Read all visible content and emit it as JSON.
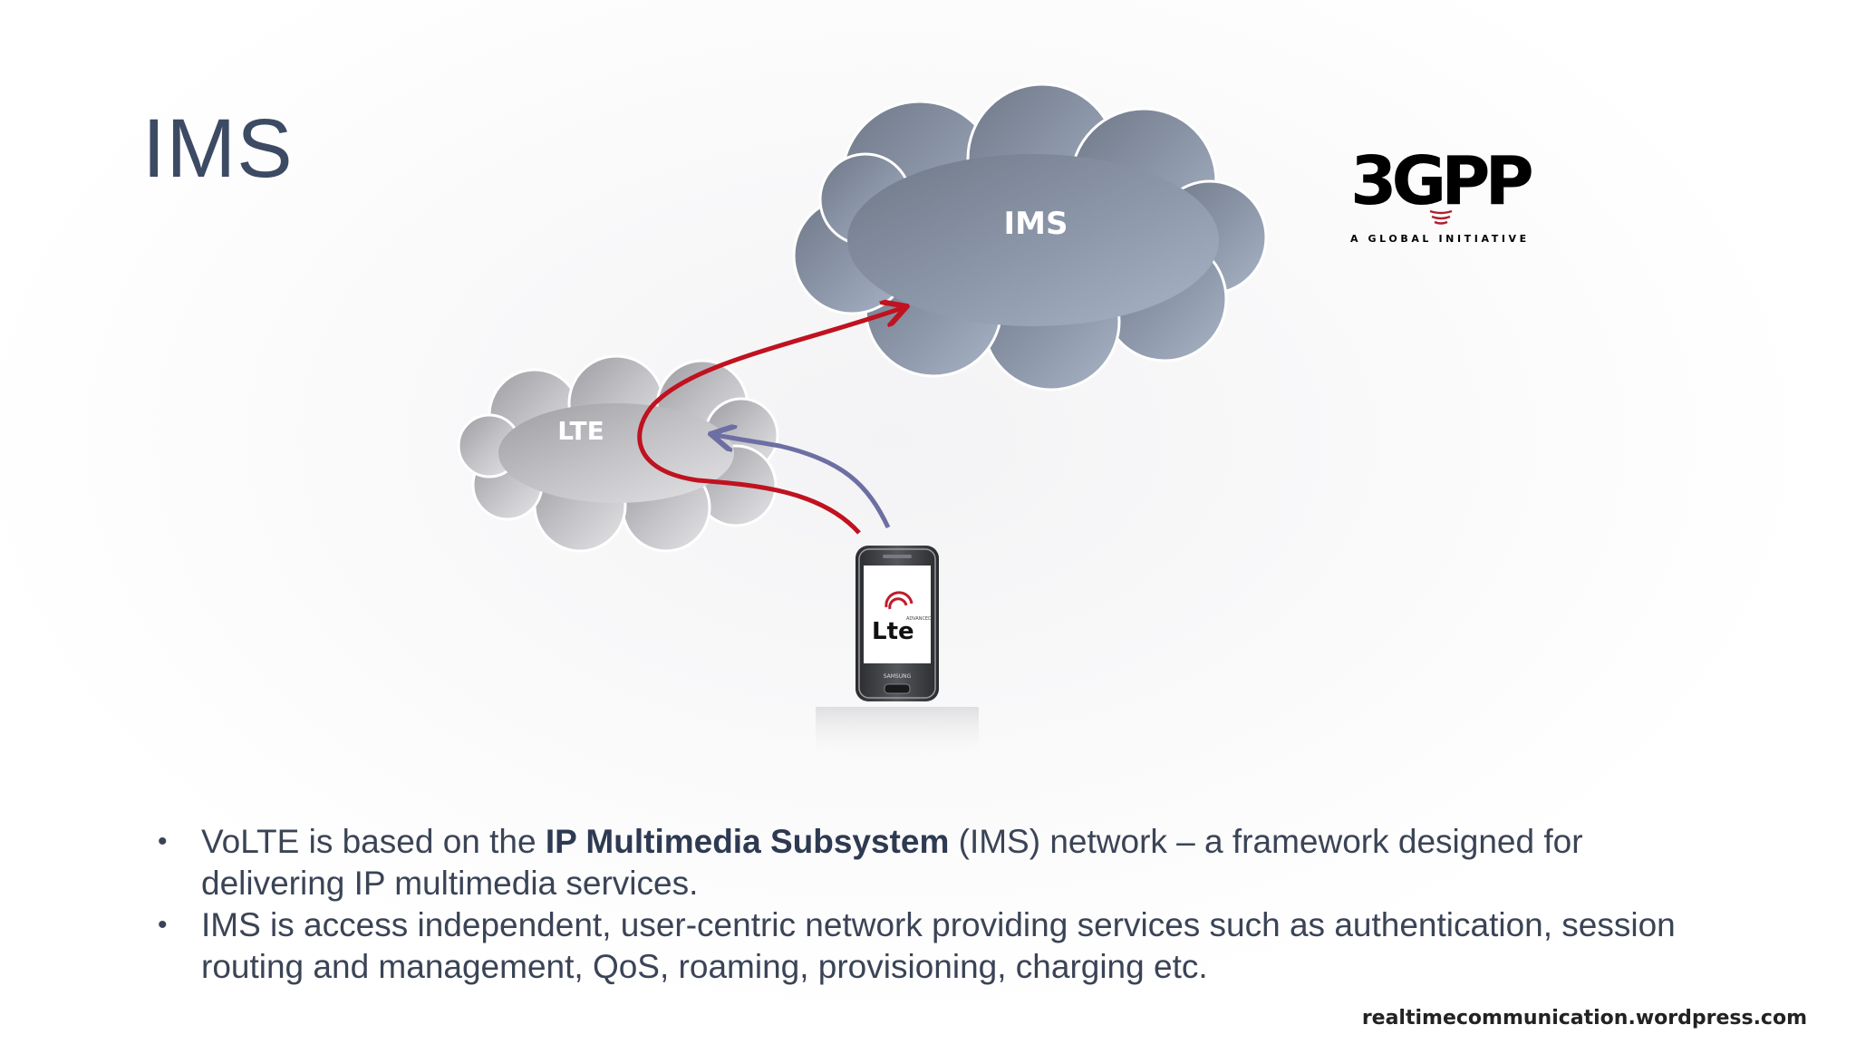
{
  "slide": {
    "title": "IMS",
    "source_url": "realtimecommunication.wordpress.com"
  },
  "diagram": {
    "ims_cloud_label": "IMS",
    "lte_cloud_label": "LTE",
    "phone_screen_logo": "Lte",
    "phone_screen_logo_super": "ADVANCED",
    "phone_brand": "SAMSUNG",
    "red_arrow_color": "#c0121f",
    "blue_arrow_color": "#6d6fa3"
  },
  "logo": {
    "mark": "3GPP",
    "tagline": "A GLOBAL INITIATIVE"
  },
  "bullets": [
    {
      "text_before": "VoLTE is based on the ",
      "bold": "IP Multimedia Subsystem",
      "text_after": " (IMS) network – a framework designed for delivering IP multimedia services."
    },
    {
      "text": "IMS is access independent, user-centric network providing services such as authentication, session routing and management, QoS, roaming, provisioning, charging etc."
    }
  ]
}
